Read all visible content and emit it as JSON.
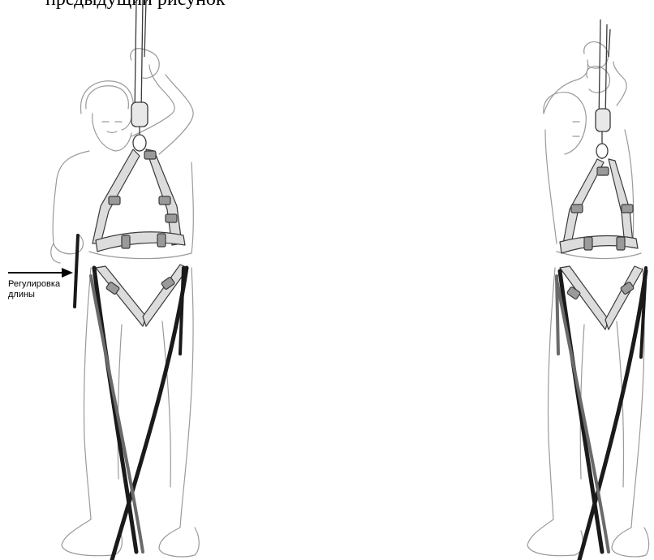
{
  "top_text": "предыдущий рисунок",
  "callout": {
    "line1": "Регулировка",
    "line2": "длины"
  },
  "colors": {
    "outline": "#9a9a9a",
    "strap_fill": "#dcdcdc",
    "strap_edge": "#3a3a3a",
    "lanyard_dark": "#1a1a1a",
    "lanyard_gray": "#6a6a6a"
  }
}
